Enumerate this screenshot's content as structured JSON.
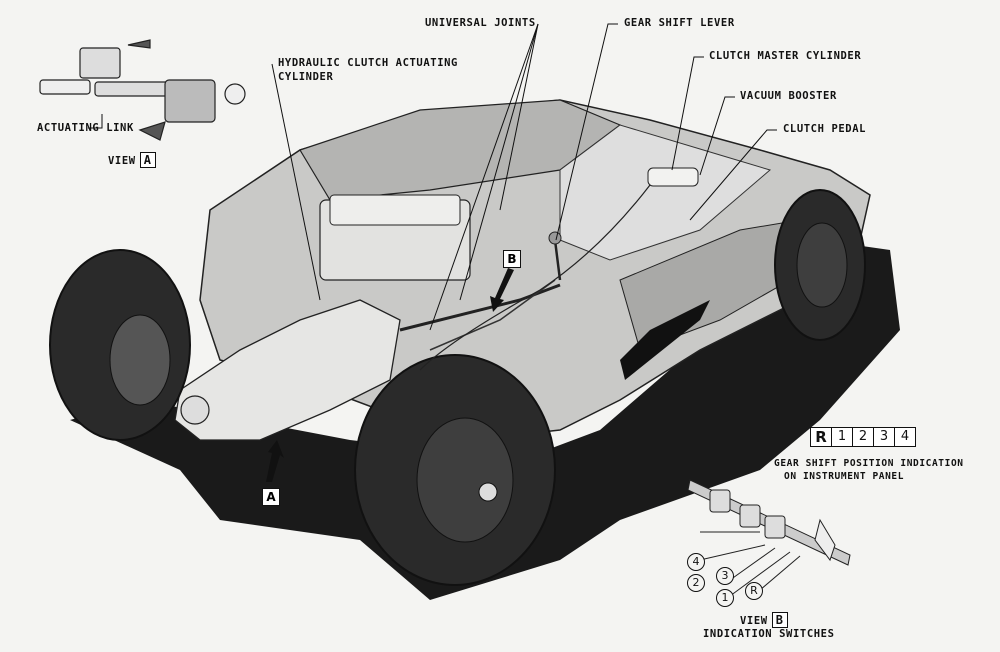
{
  "labels": {
    "universal_joints": "UNIVERSAL JOINTS",
    "gear_shift_lever": "GEAR SHIFT LEVER",
    "clutch_master_cylinder": "CLUTCH MASTER CYLINDER",
    "vacuum_booster": "VACUUM BOOSTER",
    "clutch_pedal": "CLUTCH PEDAL",
    "hydraulic_clutch_line1": "HYDRAULIC CLUTCH ACTUATING",
    "hydraulic_clutch_line2": "CYLINDER",
    "actuating_link": "ACTUATING LINK",
    "view_a_prefix": "VIEW",
    "view_a_letter": "A",
    "callout_a": "A",
    "callout_b": "B",
    "gear_position_line1": "GEAR SHIFT POSITION INDICATION",
    "gear_position_line2": "ON INSTRUMENT PANEL",
    "view_b_prefix": "VIEW",
    "view_b_letter": "B",
    "indication_switches": "INDICATION SWITCHES"
  },
  "gear_indicator": [
    "R",
    "1",
    "2",
    "3",
    "4"
  ],
  "switch_numbers": {
    "four": "4",
    "two": "2",
    "three": "3",
    "one": "1",
    "reverse": "R"
  }
}
